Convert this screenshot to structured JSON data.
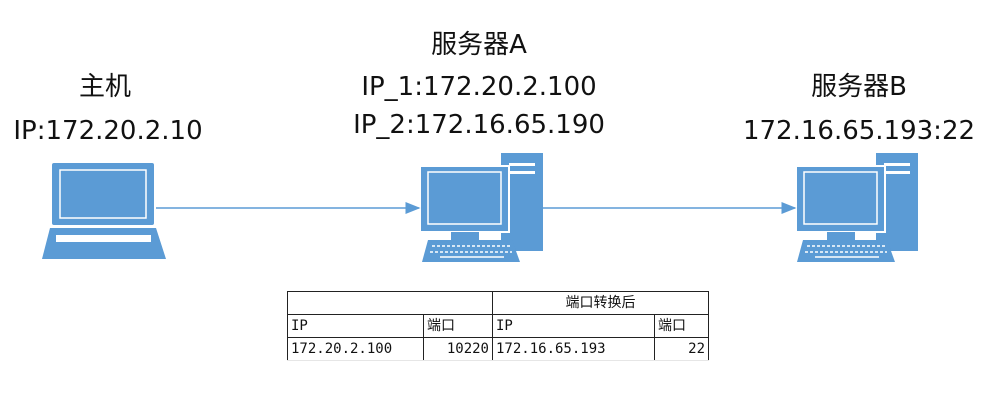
{
  "host": {
    "title": "主机",
    "ip": "IP:172.20.2.10"
  },
  "server_a": {
    "title": "服务器A",
    "ip1": "IP_1:172.20.2.100",
    "ip2": "IP_2:172.16.65.190"
  },
  "server_b": {
    "title": "服务器B",
    "addr": "172.16.65.193:22"
  },
  "nat_table": {
    "after_header": "端口转换后",
    "col_ip": "IP",
    "col_port": "端口",
    "row": {
      "src_ip": "172.20.2.100",
      "src_port": "10220",
      "dst_ip": "172.16.65.193",
      "dst_port": "22"
    }
  },
  "colors": {
    "device": "#5b9bd5",
    "device_dark": "#2e75b6",
    "arrow": "#5b9bd5"
  }
}
